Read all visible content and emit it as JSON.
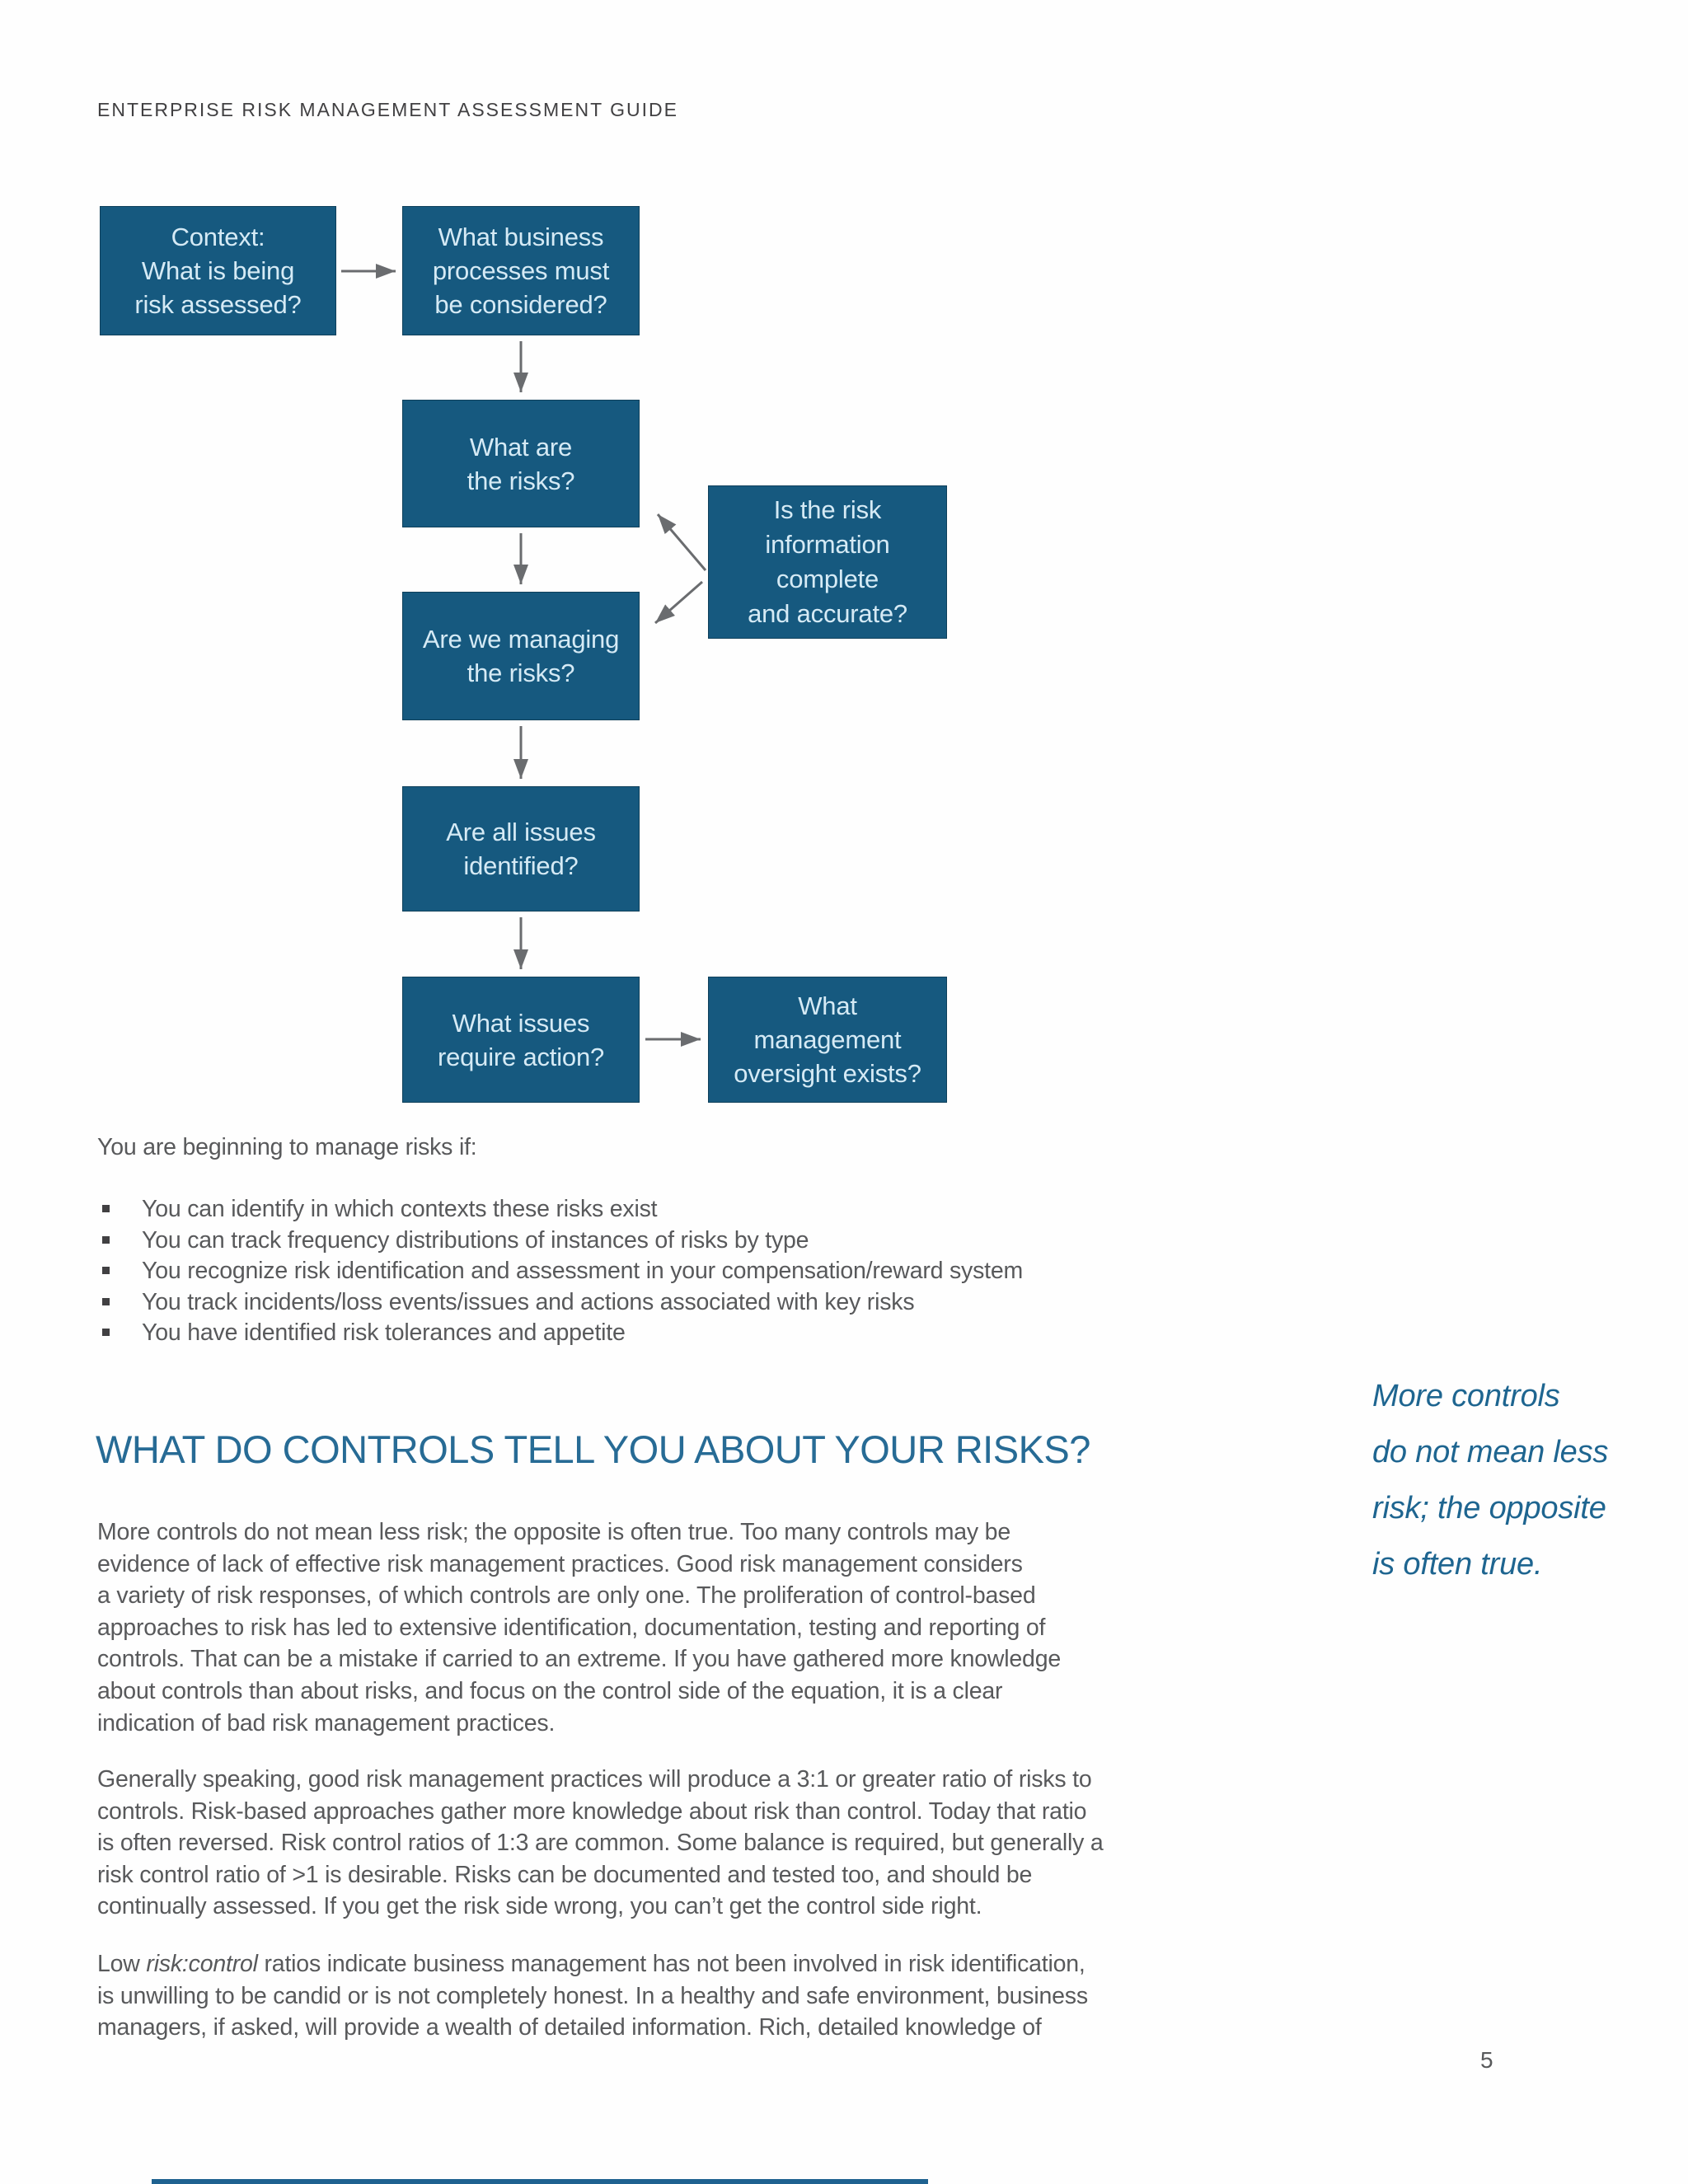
{
  "header": {
    "label": "ENTERPRISE RISK MANAGEMENT ASSESSMENT GUIDE"
  },
  "flowchart": {
    "colors": {
      "box_fill": "#16597F",
      "box_text": "#D5EAF5",
      "arrow": "#6A6C6F"
    },
    "boxes": [
      {
        "id": "context",
        "lines": [
          "Context:",
          "What is being",
          "risk assessed?"
        ]
      },
      {
        "id": "process",
        "lines": [
          "What business",
          "processes must",
          "be considered?"
        ]
      },
      {
        "id": "risks",
        "lines": [
          "What are",
          "the risks?"
        ]
      },
      {
        "id": "info",
        "lines": [
          "Is the risk",
          "information",
          "complete",
          "and accurate?"
        ]
      },
      {
        "id": "managing",
        "lines": [
          "Are we managing",
          "the risks?"
        ]
      },
      {
        "id": "issues",
        "lines": [
          "Are all issues",
          "identified?"
        ]
      },
      {
        "id": "action",
        "lines": [
          "What issues",
          "require action?"
        ]
      },
      {
        "id": "oversight",
        "lines": [
          "What",
          "management",
          "oversight exists?"
        ]
      }
    ]
  },
  "checklist": {
    "intro": "You are beginning to manage risks if:",
    "items": [
      "You can identify in which contexts these risks exist",
      "You can track frequency distributions of instances of risks by type",
      "You recognize risk identification and assessment in your compensation/reward system",
      "You track incidents/loss events/issues and actions associated with key risks",
      "You have identified risk tolerances and appetite"
    ]
  },
  "section": {
    "heading": "WHAT DO CONTROLS TELL YOU ABOUT YOUR RISKS?"
  },
  "content": {
    "para1": {
      "lines": [
        "More controls do not mean less risk; the opposite is often true. Too many controls may be",
        "evidence of lack of effective risk management practices. Good risk management considers",
        "a variety of risk responses, of which controls are only one. The proliferation of control-based",
        "approaches to risk has led to extensive identification, documentation, testing and reporting of",
        "controls. That can be a mistake if carried to an extreme. If you have gathered more knowledge",
        "about controls than about risks, and focus on the control side of the equation, it is a clear",
        "indication of bad risk management practices."
      ]
    },
    "para2": {
      "lines": [
        "Generally speaking, good risk management practices will produce a 3:1 or greater ratio of risks to",
        "controls. Risk-based approaches gather more knowledge about risk than control. Today that ratio",
        "is often reversed. Risk control ratios of 1:3 are common. Some balance is required, but generally a",
        "risk control ratio of >1 is desirable. Risks can be documented and tested too, and should be",
        "continually assessed. If you get the risk side wrong, you can’t get the control side right."
      ]
    },
    "para3": {
      "line1_pre": "Low ",
      "line1_italic": "risk:control",
      "line1_post": " ratios indicate business management has not been involved in risk identification,",
      "lines": [
        "is unwilling to be candid or is not completely honest. In a healthy and safe environment, business",
        "managers, if asked, will provide a wealth of detailed information. Rich, detailed knowledge of"
      ]
    }
  },
  "pull_quote": {
    "lines": [
      "More controls",
      "do not mean less",
      "risk; the opposite",
      "is often true."
    ]
  },
  "footer": {
    "page_number": "5"
  }
}
